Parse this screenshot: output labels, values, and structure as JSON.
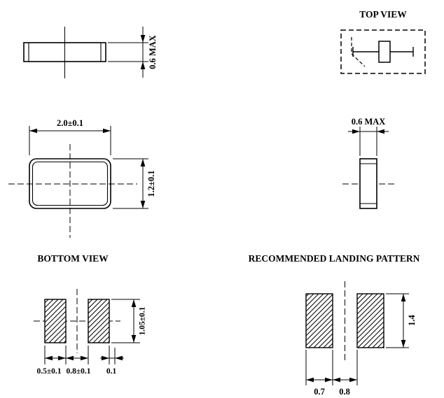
{
  "drawing": {
    "side_view": {
      "height_dim": "0.6 MAX"
    },
    "top_view": {
      "title": "TOP VIEW"
    },
    "front_view": {
      "width_dim": "2.0±0.1",
      "height_dim": "1.2±0.1"
    },
    "end_view": {
      "width_dim": "0.6 MAX"
    },
    "bottom_view": {
      "title": "BOTTOM VIEW",
      "pad_width_dim": "0.5±0.1",
      "pad_gap_dim": "0.8±0.1",
      "edge_dim": "0.1",
      "pad_height_dim": "1.05±0.1"
    },
    "landing_pattern": {
      "title": "RECOMMENDED LANDING PATTERN",
      "pad_width_dim": "0.7",
      "pad_gap_dim": "0.8",
      "pad_height_dim": "1.4"
    },
    "line_color": "#000000",
    "background_color": "#ffffff"
  }
}
